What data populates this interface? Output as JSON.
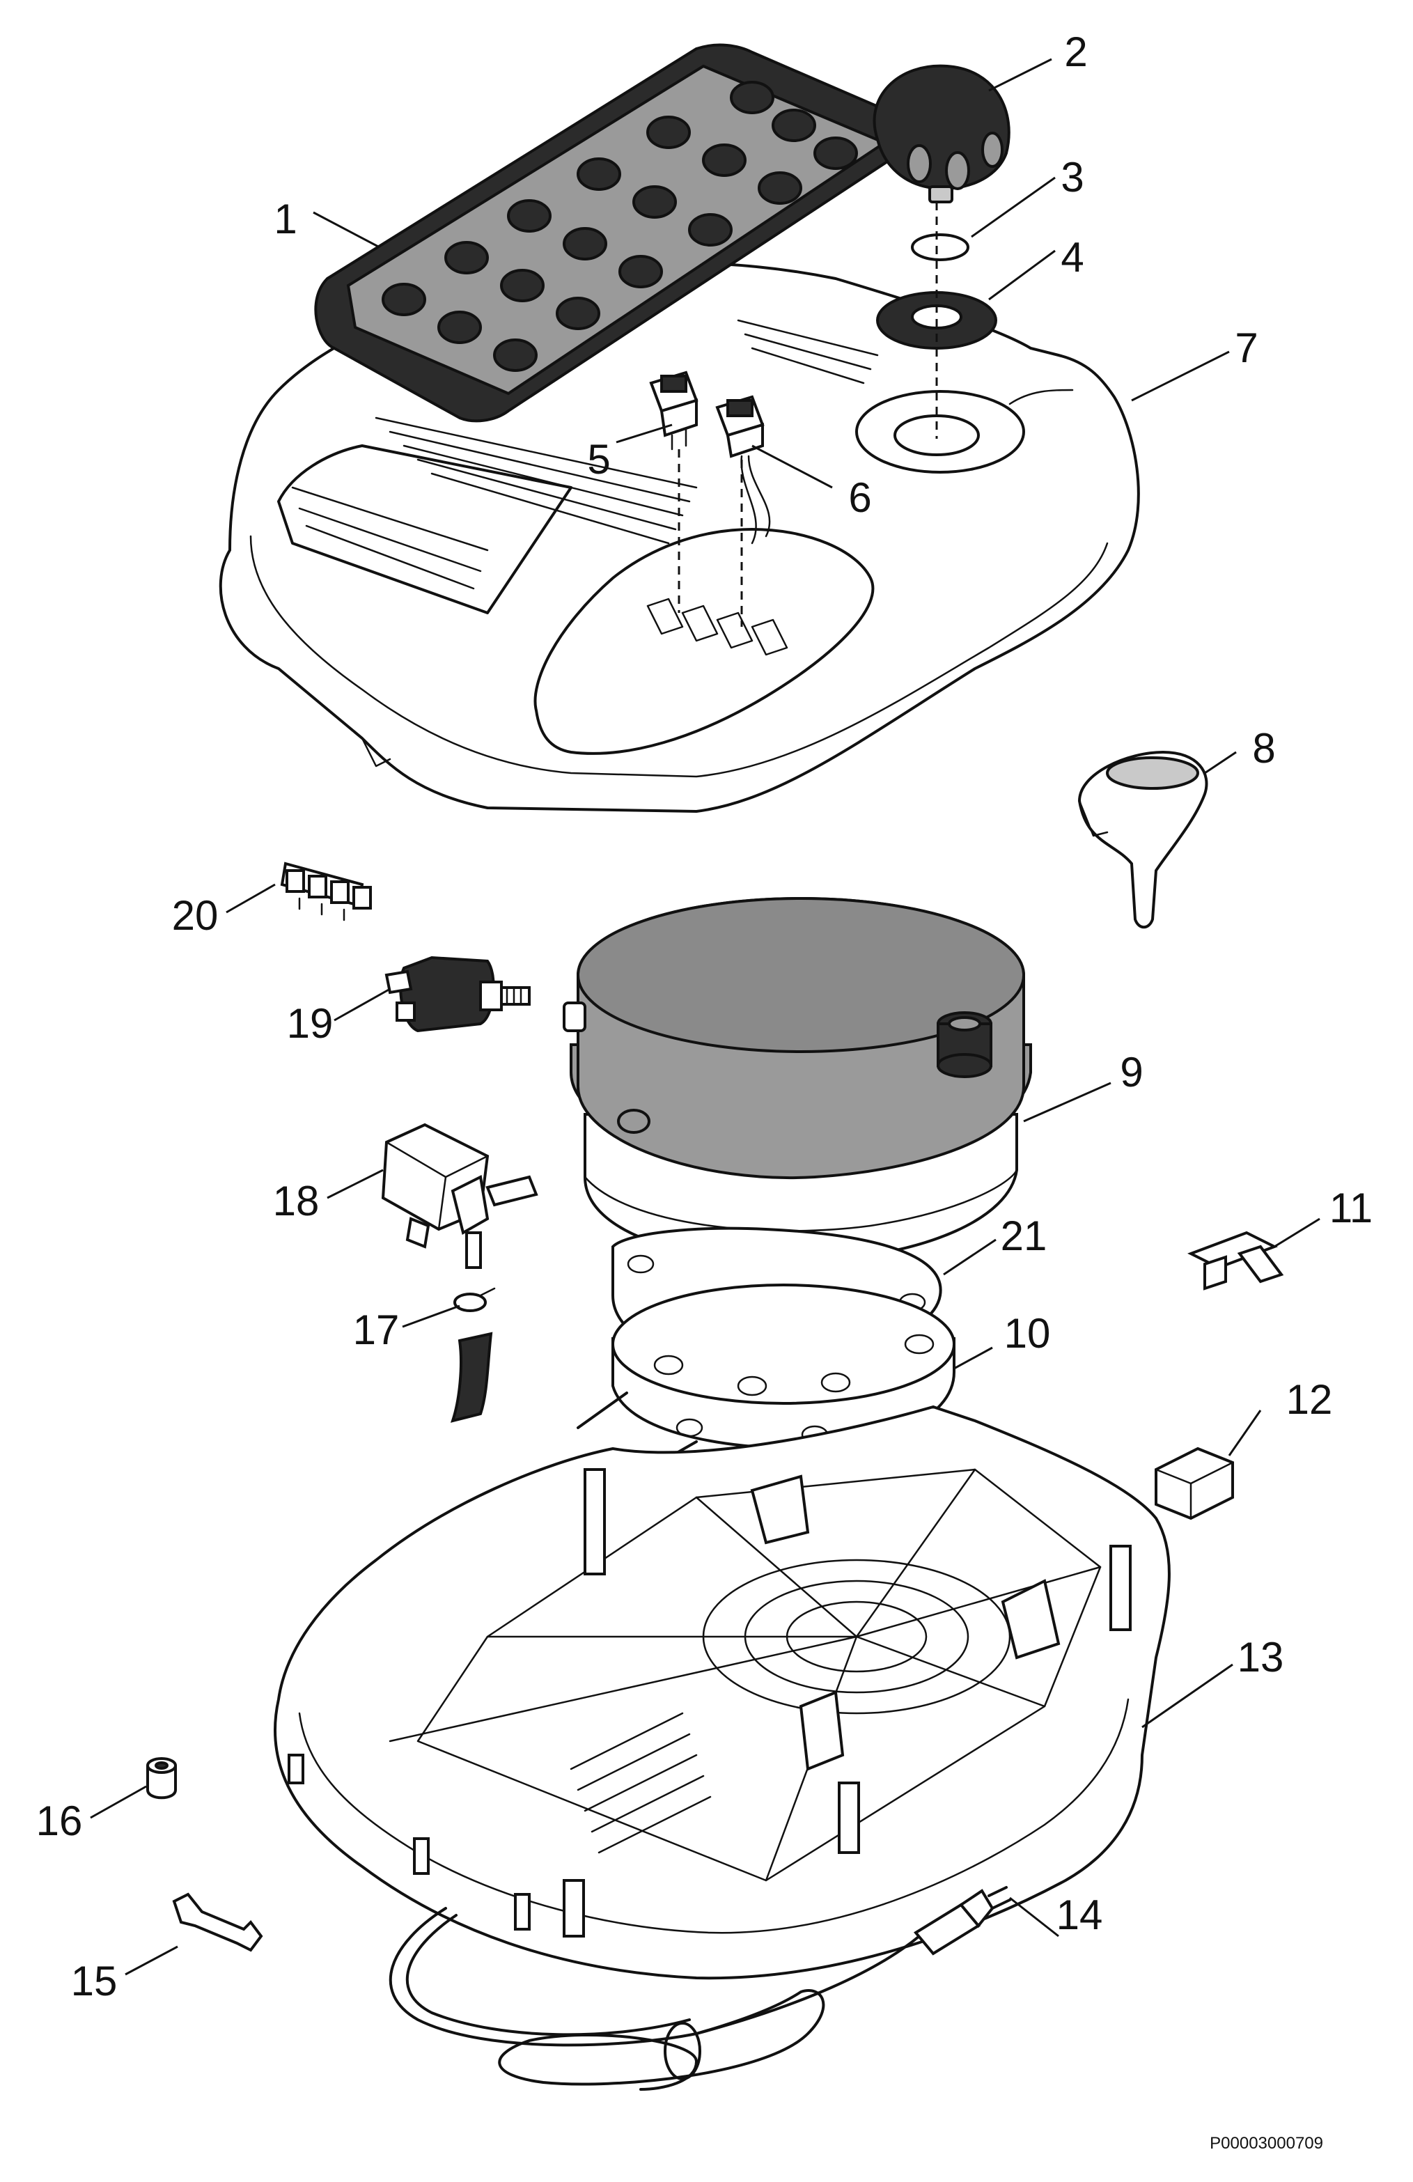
{
  "diagram": {
    "drawing_code": "P00003000709",
    "callouts": [
      {
        "id": "1",
        "label": "1"
      },
      {
        "id": "2",
        "label": "2"
      },
      {
        "id": "3",
        "label": "3"
      },
      {
        "id": "4",
        "label": "4"
      },
      {
        "id": "5",
        "label": "5"
      },
      {
        "id": "6",
        "label": "6"
      },
      {
        "id": "7",
        "label": "7"
      },
      {
        "id": "8",
        "label": "8"
      },
      {
        "id": "9",
        "label": "9"
      },
      {
        "id": "10",
        "label": "10"
      },
      {
        "id": "11",
        "label": "11"
      },
      {
        "id": "12",
        "label": "12"
      },
      {
        "id": "13",
        "label": "13"
      },
      {
        "id": "14",
        "label": "14"
      },
      {
        "id": "15",
        "label": "15"
      },
      {
        "id": "16",
        "label": "16"
      },
      {
        "id": "17",
        "label": "17"
      },
      {
        "id": "18",
        "label": "18"
      },
      {
        "id": "19",
        "label": "19"
      },
      {
        "id": "20",
        "label": "20"
      },
      {
        "id": "21",
        "label": "21"
      }
    ]
  }
}
